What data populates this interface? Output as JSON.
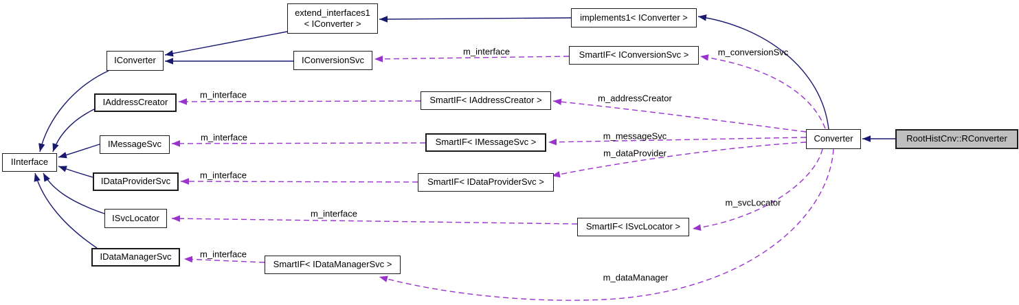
{
  "diagram": {
    "type": "collaboration-graph",
    "nodes": {
      "iinterface": {
        "label": "IInterface"
      },
      "iconverter": {
        "label": "IConverter"
      },
      "extend_interfaces1": {
        "label_line1": "extend_interfaces1",
        "label_line2": "< IConverter >"
      },
      "implements1": {
        "label": "implements1< IConverter >"
      },
      "iconversionsvc": {
        "label": "IConversionSvc"
      },
      "smartif_iconversionsvc": {
        "label": "SmartIF< IConversionSvc >"
      },
      "iaddresscreator": {
        "label": "IAddressCreator"
      },
      "smartif_iaddresscreator": {
        "label": "SmartIF< IAddressCreator >"
      },
      "imessagesvc": {
        "label": "IMessageSvc"
      },
      "smartif_imessagesvc": {
        "label": "SmartIF< IMessageSvc >"
      },
      "idataprovidersvc": {
        "label": "IDataProviderSvc"
      },
      "smartif_idataprovidersvc": {
        "label": "SmartIF< IDataProviderSvc >"
      },
      "isvclocator": {
        "label": "ISvcLocator"
      },
      "smartif_isvclocator": {
        "label": "SmartIF< ISvcLocator >"
      },
      "idatamanagersvc": {
        "label": "IDataManagerSvc"
      },
      "smartif_idatamanagersvc": {
        "label": "SmartIF< IDataManagerSvc >"
      },
      "converter": {
        "label": "Converter"
      },
      "roothistcnv_rconverter": {
        "label": "RootHistCnv::RConverter"
      }
    },
    "edge_labels": {
      "m_interface_conversionsvc": "m_interface",
      "m_interface_addresscreator": "m_interface",
      "m_interface_messagesvc": "m_interface",
      "m_interface_dataprovidersvc": "m_interface",
      "m_interface_svclocator": "m_interface",
      "m_interface_datamanagersvc": "m_interface",
      "m_conversionSvc": "m_conversionSvc",
      "m_addressCreator": "m_addressCreator",
      "m_messageSvc": "m_messageSvc",
      "m_dataProvider": "m_dataProvider",
      "m_svcLocator": "m_svcLocator",
      "m_dataManager": "m_dataManager"
    },
    "colors": {
      "inheritance": "#191970",
      "usage": "#9a32cd",
      "node_fill": "#ffffff",
      "node_border": "#1a1a1a",
      "highlight_fill": "#bfbfbf",
      "text": "#000000",
      "background": "#ffffff"
    }
  }
}
